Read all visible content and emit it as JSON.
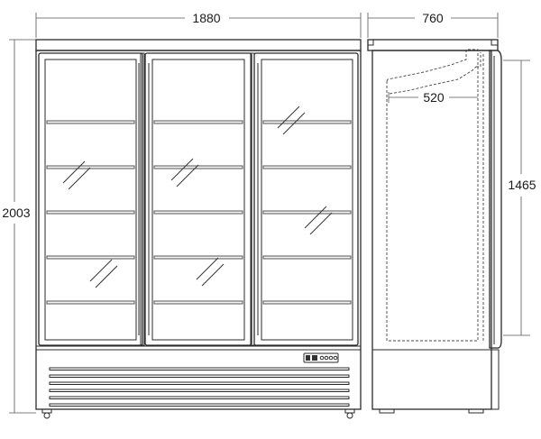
{
  "dimensions": {
    "total_width": "1880",
    "total_height": "2003",
    "depth": "760",
    "inner_depth": "520",
    "door_height": "1465"
  },
  "colors": {
    "line": "#2a2a2a",
    "background": "#ffffff"
  }
}
